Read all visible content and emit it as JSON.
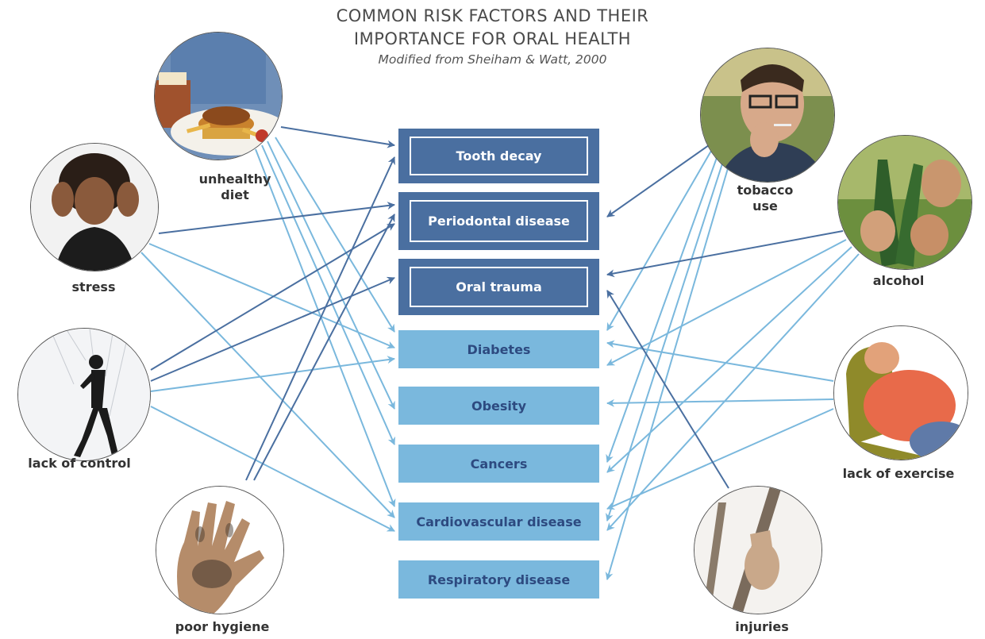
{
  "title": {
    "line1": "COMMON RISK FACTORS AND THEIR",
    "line2": "IMPORTANCE FOR ORAL HEALTH",
    "subtitle": "Modified from Sheiham & Watt, 2000"
  },
  "outcomes": {
    "tooth_decay": "Tooth decay",
    "periodontal": "Periodontal disease",
    "oral_trauma": "Oral trauma",
    "diabetes": "Diabetes",
    "obesity": "Obesity",
    "cancers": "Cancers",
    "cardio": "Cardiovascular disease",
    "respiratory": "Respiratory disease"
  },
  "risk_factors": {
    "unhealthy_diet": [
      "unhealthy",
      "diet"
    ],
    "stress": "stress",
    "lack_of_control": "lack of control",
    "poor_hygiene": "poor hygiene",
    "tobacco_use": [
      "tobacco",
      "use"
    ],
    "alcohol": "alcohol",
    "lack_of_exercise": "lack of exercise",
    "injuries": "injuries"
  },
  "colors": {
    "oral_box": "#4a6fa0",
    "general_box": "#7ab8dd",
    "dark_arrow": "#4a6fa0",
    "light_arrow": "#7ab8dd"
  },
  "icons": {
    "unhealthy_diet": "burger-fries-plate-photo",
    "stress": "stressed-woman-photo",
    "lack_of_control": "marionette-man-photo",
    "poor_hygiene": "dirty-hand-photo",
    "tobacco_use": "smoking-man-photo",
    "alcohol": "beer-bottles-toast-photo",
    "lack_of_exercise": "man-in-armchair-photo",
    "injuries": "hand-on-ladder-photo"
  }
}
